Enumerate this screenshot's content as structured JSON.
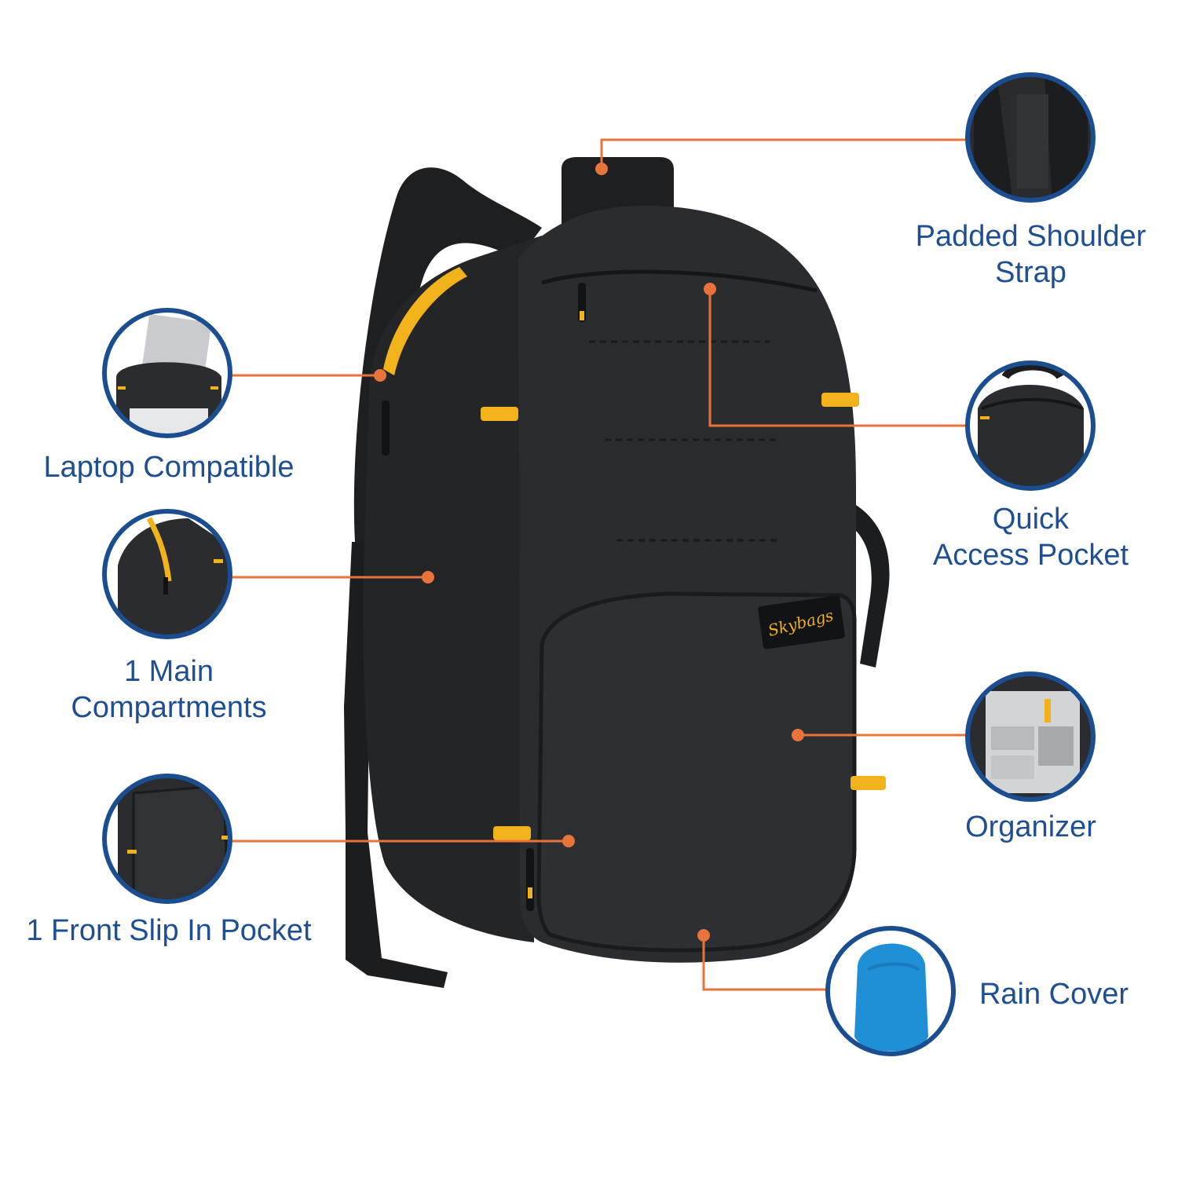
{
  "colors": {
    "label_text": "#1f4f93",
    "circle_ring": "#1b4d91",
    "leader_line": "#e8743b",
    "bag_body": "#2b2c2f",
    "accent_yellow": "#f2b21b",
    "rain_cover": "#1f8fd6"
  },
  "features": {
    "shoulder_strap": {
      "line1": "Padded Shoulder",
      "line2": "Strap",
      "icon": "padded-shoulder-strap-photo"
    },
    "quick_access": {
      "line1": "Quick",
      "line2": "Access Pocket",
      "icon": "quick-access-pocket-photo"
    },
    "organizer": {
      "line1": "Organizer",
      "icon": "organizer-photo"
    },
    "rain_cover": {
      "line1": "Rain Cover",
      "icon": "rain-cover-photo"
    },
    "laptop": {
      "line1": "Laptop Compatible",
      "icon": "laptop-compartment-photo"
    },
    "main_compartment": {
      "line1": "1 Main",
      "line2": "Compartments",
      "icon": "main-compartment-photo"
    },
    "front_pocket": {
      "line1": "1 Front Slip In Pocket",
      "icon": "front-slip-pocket-photo"
    }
  },
  "product": {
    "brand_logo_text": "Skybags",
    "icon": "backpack-product-photo"
  }
}
